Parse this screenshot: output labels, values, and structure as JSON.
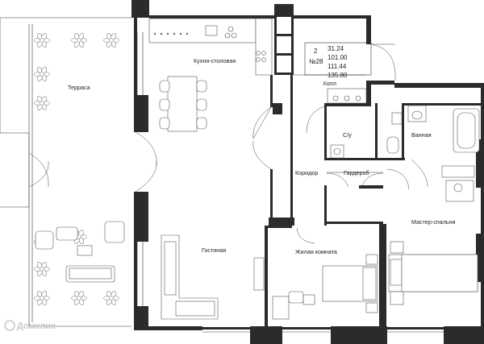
{
  "info": {
    "rooms": "2",
    "number": "№28",
    "areas": [
      "31.24",
      "101.00",
      "111.44",
      "135.80"
    ]
  },
  "rooms": {
    "terrace": "Терраса",
    "kitchen": "Кухня-столовая",
    "living": "Гостиная",
    "hall": "Холл",
    "toilet": "С/у",
    "bathroom": "Ванная",
    "corridor": "Коридор",
    "wardrobe": "Гардероб",
    "master": "Мастер-спальня",
    "bedroom": "Жилая комната"
  },
  "watermark": "Домклик",
  "colors": {
    "wall": "#2b2b2b",
    "line": "#333333",
    "background": "#ffffff"
  }
}
